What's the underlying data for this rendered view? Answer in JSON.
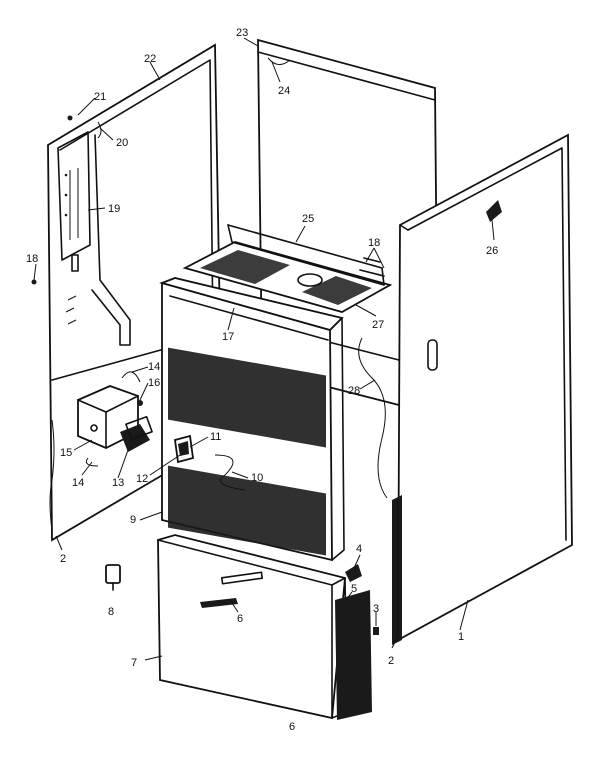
{
  "callouts": [
    {
      "id": "c1",
      "text": "1"
    },
    {
      "id": "c2a",
      "text": "2"
    },
    {
      "id": "c2b",
      "text": "2"
    },
    {
      "id": "c3",
      "text": "3"
    },
    {
      "id": "c4",
      "text": "4"
    },
    {
      "id": "c5",
      "text": "5"
    },
    {
      "id": "c6a",
      "text": "6"
    },
    {
      "id": "c6b",
      "text": "6"
    },
    {
      "id": "c7",
      "text": "7"
    },
    {
      "id": "c8",
      "text": "8"
    },
    {
      "id": "c9",
      "text": "9"
    },
    {
      "id": "c10",
      "text": "10"
    },
    {
      "id": "c11",
      "text": "11"
    },
    {
      "id": "c12",
      "text": "12"
    },
    {
      "id": "c13",
      "text": "13"
    },
    {
      "id": "c14a",
      "text": "14"
    },
    {
      "id": "c14b",
      "text": "14"
    },
    {
      "id": "c15",
      "text": "15"
    },
    {
      "id": "c16",
      "text": "16"
    },
    {
      "id": "c17",
      "text": "17"
    },
    {
      "id": "c18a",
      "text": "18"
    },
    {
      "id": "c18b",
      "text": "18"
    },
    {
      "id": "c19",
      "text": "19"
    },
    {
      "id": "c20",
      "text": "20"
    },
    {
      "id": "c21",
      "text": "21"
    },
    {
      "id": "c22",
      "text": "22"
    },
    {
      "id": "c23",
      "text": "23"
    },
    {
      "id": "c24",
      "text": "24"
    },
    {
      "id": "c25",
      "text": "25"
    },
    {
      "id": "c26",
      "text": "26"
    },
    {
      "id": "c27",
      "text": "27"
    },
    {
      "id": "c28",
      "text": "28"
    }
  ]
}
